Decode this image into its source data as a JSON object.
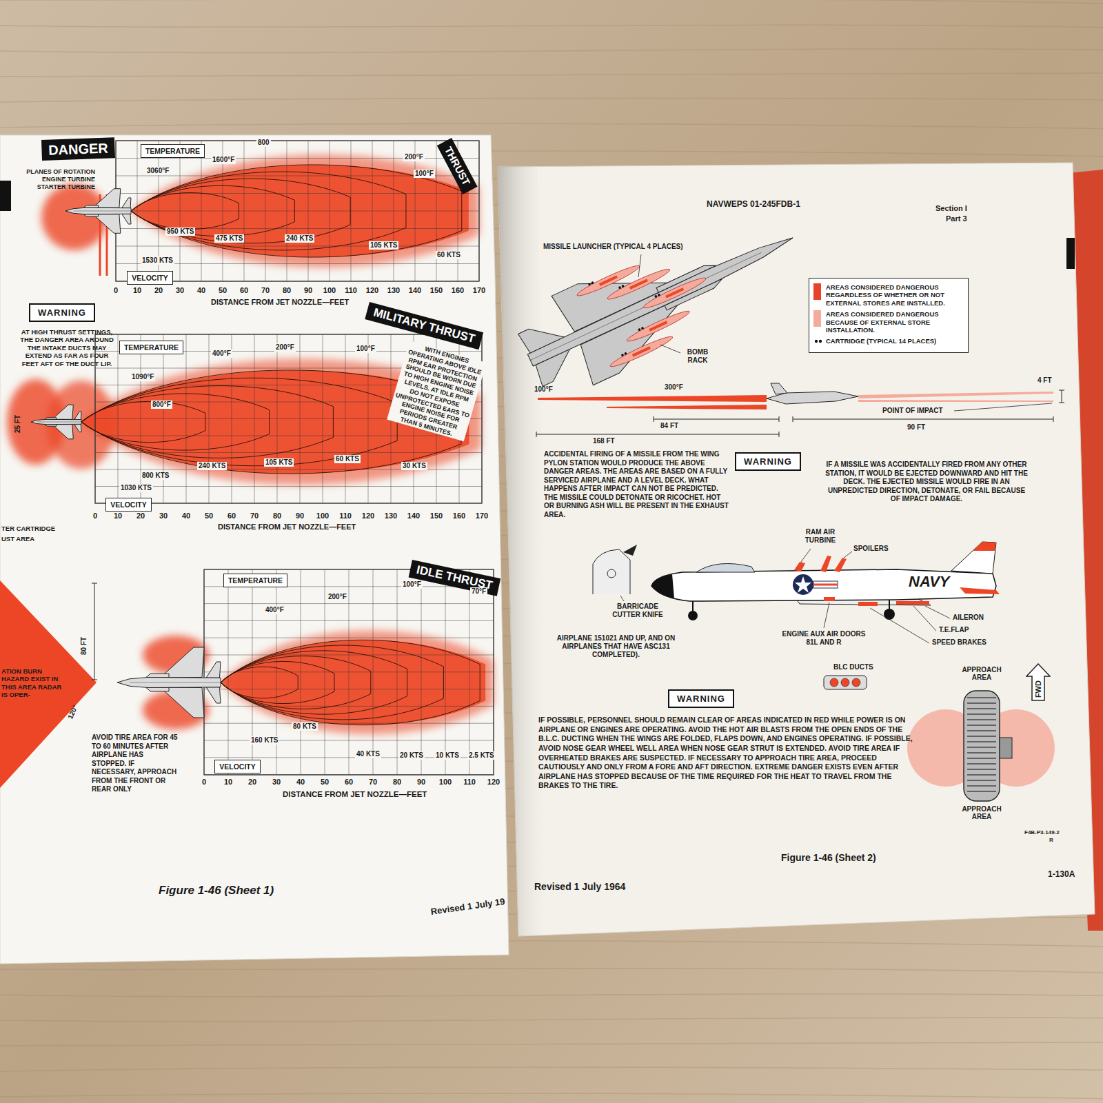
{
  "diagram": {
    "nodes": [
      {
        "text": [
          "DANGER"
        ]
      },
      {
        "text": [
          "TEMPERATURE"
        ]
      },
      {
        "text": [
          "THRUST"
        ]
      },
      {
        "text": [
          "VELOCITY"
        ]
      },
      {
        "text": [
          "WARNING"
        ]
      },
      {
        "text": [
          "MILITARY THRUST"
        ]
      },
      {
        "text": [
          "TEMPERATURE"
        ]
      },
      {
        "text": [
          "VELOCITY"
        ]
      },
      {
        "text": [
          "IDLE THRUST"
        ]
      },
      {
        "text": [
          "TEMPERATURE"
        ]
      },
      {
        "text": [
          "VELOCITY"
        ]
      },
      {
        "text": [
          "WARNING"
        ]
      },
      {
        "text": [
          "WARNING"
        ]
      },
      {
        "text": [
          "FWD"
        ]
      }
    ],
    "labels": [
      "PLANES OF ROTATION ENGINE TURBINE STARTER TURBINE",
      "3060°F",
      "1600°F",
      "800",
      "200°F",
      "100°F",
      "950 KTS",
      "1530 KTS",
      "475 KTS",
      "240 KTS",
      "105 KTS",
      "60 KTS",
      "0",
      "10",
      "20",
      "30",
      "40",
      "50",
      "60",
      "70",
      "80",
      "90",
      "100",
      "110",
      "120",
      "130",
      "140",
      "150",
      "160",
      "170",
      "DISTANCE FROM JET NOZZLE—FEET",
      "AT HIGH THRUST SETTINGS, THE DANGER AREA AROUND THE INTAKE DUCTS MAY EXTEND AS FAR AS FOUR FEET AFT OF THE DUCT LIP.",
      "WITH ENGINES OPERATING ABOVE IDLE RPM EAR PROTECTION SHOULD BE WORN DUE TO HIGH ENGINE NOISE LEVELS. AT IDLE RPM DO NOT EXPOSE UNPROTECTED EARS TO ENGINE NOISE FOR PERIODS GREATER THAN 5 MINUTES.",
      "1090°F",
      "800°F",
      "400°F",
      "200°F",
      "100°F",
      "25 FT",
      "800 KTS",
      "1030 KTS",
      "240 KTS",
      "105 KTS",
      "60 KTS",
      "30 KTS",
      "0",
      "10",
      "20",
      "30",
      "40",
      "50",
      "60",
      "70",
      "80",
      "90",
      "100",
      "110",
      "120",
      "130",
      "140",
      "150",
      "160",
      "170",
      "DISTANCE FROM JET NOZZLE—FEET",
      "TER CARTRIDGE",
      "UST AREA",
      "400°F",
      "200°F",
      "100°F",
      "70°F",
      "80 FT",
      "120°",
      "ATION BURN HAZARD EXIST IN THIS AREA RADAR IS OPER-",
      "160 KTS",
      "80 KTS",
      "40 KTS",
      "20 KTS",
      "10 KTS",
      "2.5 KTS",
      "0",
      "10",
      "20",
      "30",
      "40",
      "50",
      "60",
      "70",
      "80",
      "90",
      "100",
      "110",
      "120",
      "DISTANCE FROM JET NOZZLE—FEET",
      "AVOID TIRE AREA FOR 45 TO 60 MINUTES AFTER AIRPLANE HAS STOPPED. IF NECESSARY, APPROACH FROM THE FRONT OR REAR ONLY",
      "Figure 1-46 (Sheet 1)",
      "Revised 1 July 19",
      "NAVWEPS 01-245FDB-1",
      "Section I",
      "Part 3",
      "MISSILE LAUNCHER (TYPICAL 4 PLACES)",
      "BOMB RACK",
      "100°F",
      "300°F",
      "4 FT",
      "POINT OF IMPACT",
      "84 FT",
      "168 FT",
      "90 FT",
      "ACCIDENTAL FIRING OF A MISSILE FROM THE WING PYLON STATION WOULD PRODUCE THE ABOVE DANGER AREAS. THE AREAS ARE BASED ON A FULLY SERVICED AIRPLANE AND A LEVEL DECK. WHAT HAPPENS AFTER IMPACT CAN NOT BE PREDICTED. THE MISSILE COULD DETONATE OR RICOCHET. HOT OR BURNING ASH WILL BE PRESENT IN THE EXHAUST AREA.",
      "IF A MISSILE WAS ACCIDENTALLY FIRED FROM ANY OTHER STATION, IT WOULD BE EJECTED DOWNWARD AND HIT THE DECK. THE EJECTED MISSILE WOULD FIRE IN AN UNPREDICTED DIRECTION, DETONATE, OR FAIL BECAUSE OF IMPACT DAMAGE.",
      "RAM AIR TURBINE",
      "SPOILERS",
      "NAVY",
      "AILERON",
      "T.E.FLAP",
      "SPEED BRAKES",
      "ENGINE AUX AIR DOORS 81L AND R",
      "BLC DUCTS",
      "BARRICADE CUTTER KNIFE",
      "AIRPLANE 151021 AND UP, AND ON AIRPLANES THAT HAVE ASC131 COMPLETED).",
      "IF POSSIBLE, PERSONNEL SHOULD REMAIN CLEAR OF AREAS INDICATED IN RED WHILE POWER IS ON AIRPLANE OR ENGINES ARE OPERATING. AVOID THE HOT AIR BLASTS FROM THE OPEN ENDS OF THE B.L.C. DUCTING WHEN THE WINGS ARE FOLDED, FLAPS DOWN, AND ENGINES OPERATING. IF POSSIBLE, AVOID NOSE GEAR WHEEL WELL AREA WHEN NOSE GEAR STRUT IS EXTENDED. AVOID TIRE AREA IF OVERHEATED BRAKES ARE SUSPECTED. IF NECESSARY TO APPROACH TIRE AREA, PROCEED CAUTIOUSLY AND ONLY FROM A FORE AND AFT DIRECTION. EXTREME DANGER EXISTS EVEN AFTER AIRPLANE HAS STOPPED BECAUSE OF THE TIME REQUIRED FOR THE HEAT TO TRAVEL FROM THE BRAKES TO THE TIRE.",
      "APPROACH AREA",
      "APPROACH AREA",
      "F4B-P3-149-2",
      "R",
      "Figure 1-46 (Sheet 2)",
      "Revised 1 July 1964",
      "1-130A"
    ],
    "legend": [
      {
        "text": "AREAS CONSIDERED DANGEROUS REGARDLESS OF WHETHER OR NOT EXTERNAL STORES ARE INSTALLED.",
        "color": "#e8432a"
      },
      {
        "text": "AREAS CONSIDERED DANGEROUS BECAUSE OF EXTERNAL STORE INSTALLATION.",
        "color": "#f5ab9b"
      },
      {
        "text": "CARTRIDGE (TYPICAL 14 PLACES)"
      }
    ]
  }
}
